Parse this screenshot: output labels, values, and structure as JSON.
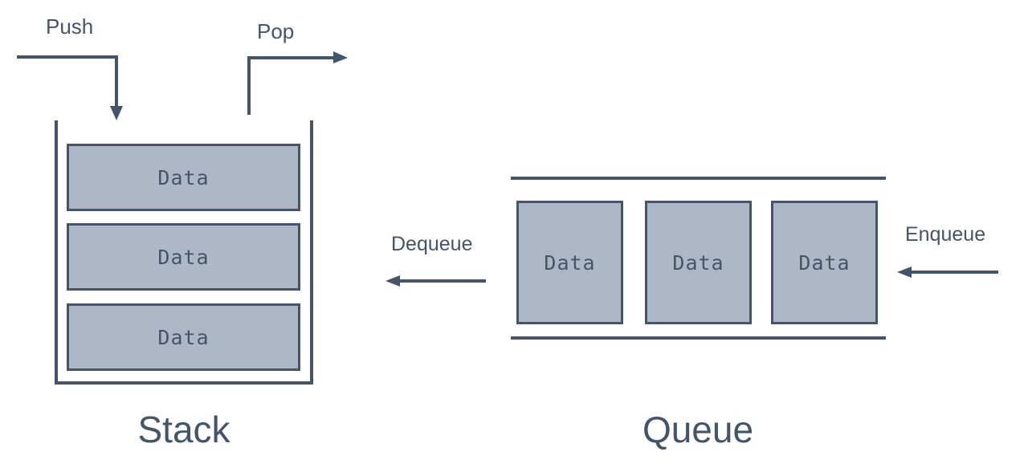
{
  "diagram": {
    "background_color": "#ffffff",
    "stroke_color": "#44546a",
    "box_fill_color": "#aeb7c5",
    "box_border_color": "#44546a",
    "text_color": "#44546a",
    "stack": {
      "title": "Stack",
      "push_label": "Push",
      "pop_label": "Pop",
      "items": [
        {
          "label": "Data"
        },
        {
          "label": "Data"
        },
        {
          "label": "Data"
        }
      ]
    },
    "queue": {
      "title": "Queue",
      "dequeue_label": "Dequeue",
      "enqueue_label": "Enqueue",
      "items": [
        {
          "label": "Data"
        },
        {
          "label": "Data"
        },
        {
          "label": "Data"
        }
      ]
    }
  }
}
